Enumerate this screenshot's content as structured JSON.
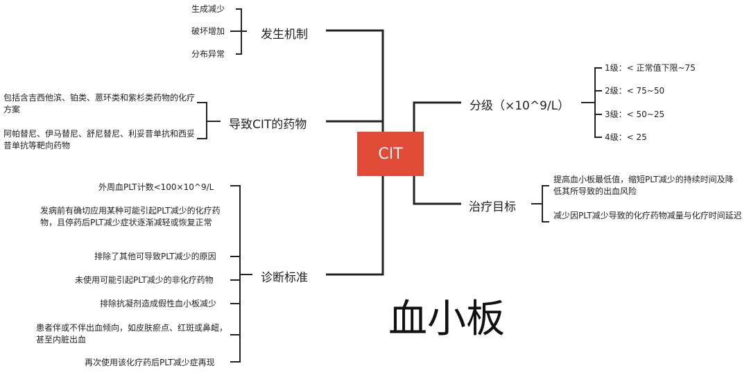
{
  "center": "CIT",
  "watermark_text": "血小板",
  "branches": {
    "mechanism": {
      "label": "发生机制",
      "items": [
        "生成减少",
        "破坏增加",
        "分布异常"
      ]
    },
    "drugs": {
      "label": "导致CIT的药物",
      "items": [
        "包括含吉西他滨、铂类、蒽环类和紫杉类药物的化疗方案",
        "阿帕替尼、伊马替尼、舒尼替尼、利妥昔单抗和西妥昔单抗等靶向药物"
      ]
    },
    "diagnosis": {
      "label": "诊断标准",
      "items": [
        "外周血PLT计数<100×10^9/L",
        "发病前有确切应用某种可能引起PLT减少的化疗药物，且停药后PLT减少症状逐渐减轻或恢复正常",
        "排除了其他可导致PLT减少的原因",
        "未使用可能引起PLT减少的非化疗药物",
        "排除抗凝剂造成假性血小板减少",
        "患者伴或不伴出血倾向，如皮肤瘀点、红斑或鼻衄，甚至内脏出血",
        "再次使用该化疗药后PLT减少症再现"
      ]
    },
    "grading": {
      "label": "分级（×10^9/L）",
      "items": [
        "1级：< 正常值下限~75",
        "2级：< 75~50",
        "3级：< 50~25",
        "4级：< 25"
      ]
    },
    "goal": {
      "label": "治疗目标",
      "items": [
        "提高血小板最低值，缩短PLT减少的持续时间及降低其所导致的出血风险",
        "减少因PLT减少导致的化疗药物减量与化疗时间延迟"
      ]
    }
  },
  "colors": {
    "center_bg": "#e04a36",
    "line": "#222222"
  }
}
